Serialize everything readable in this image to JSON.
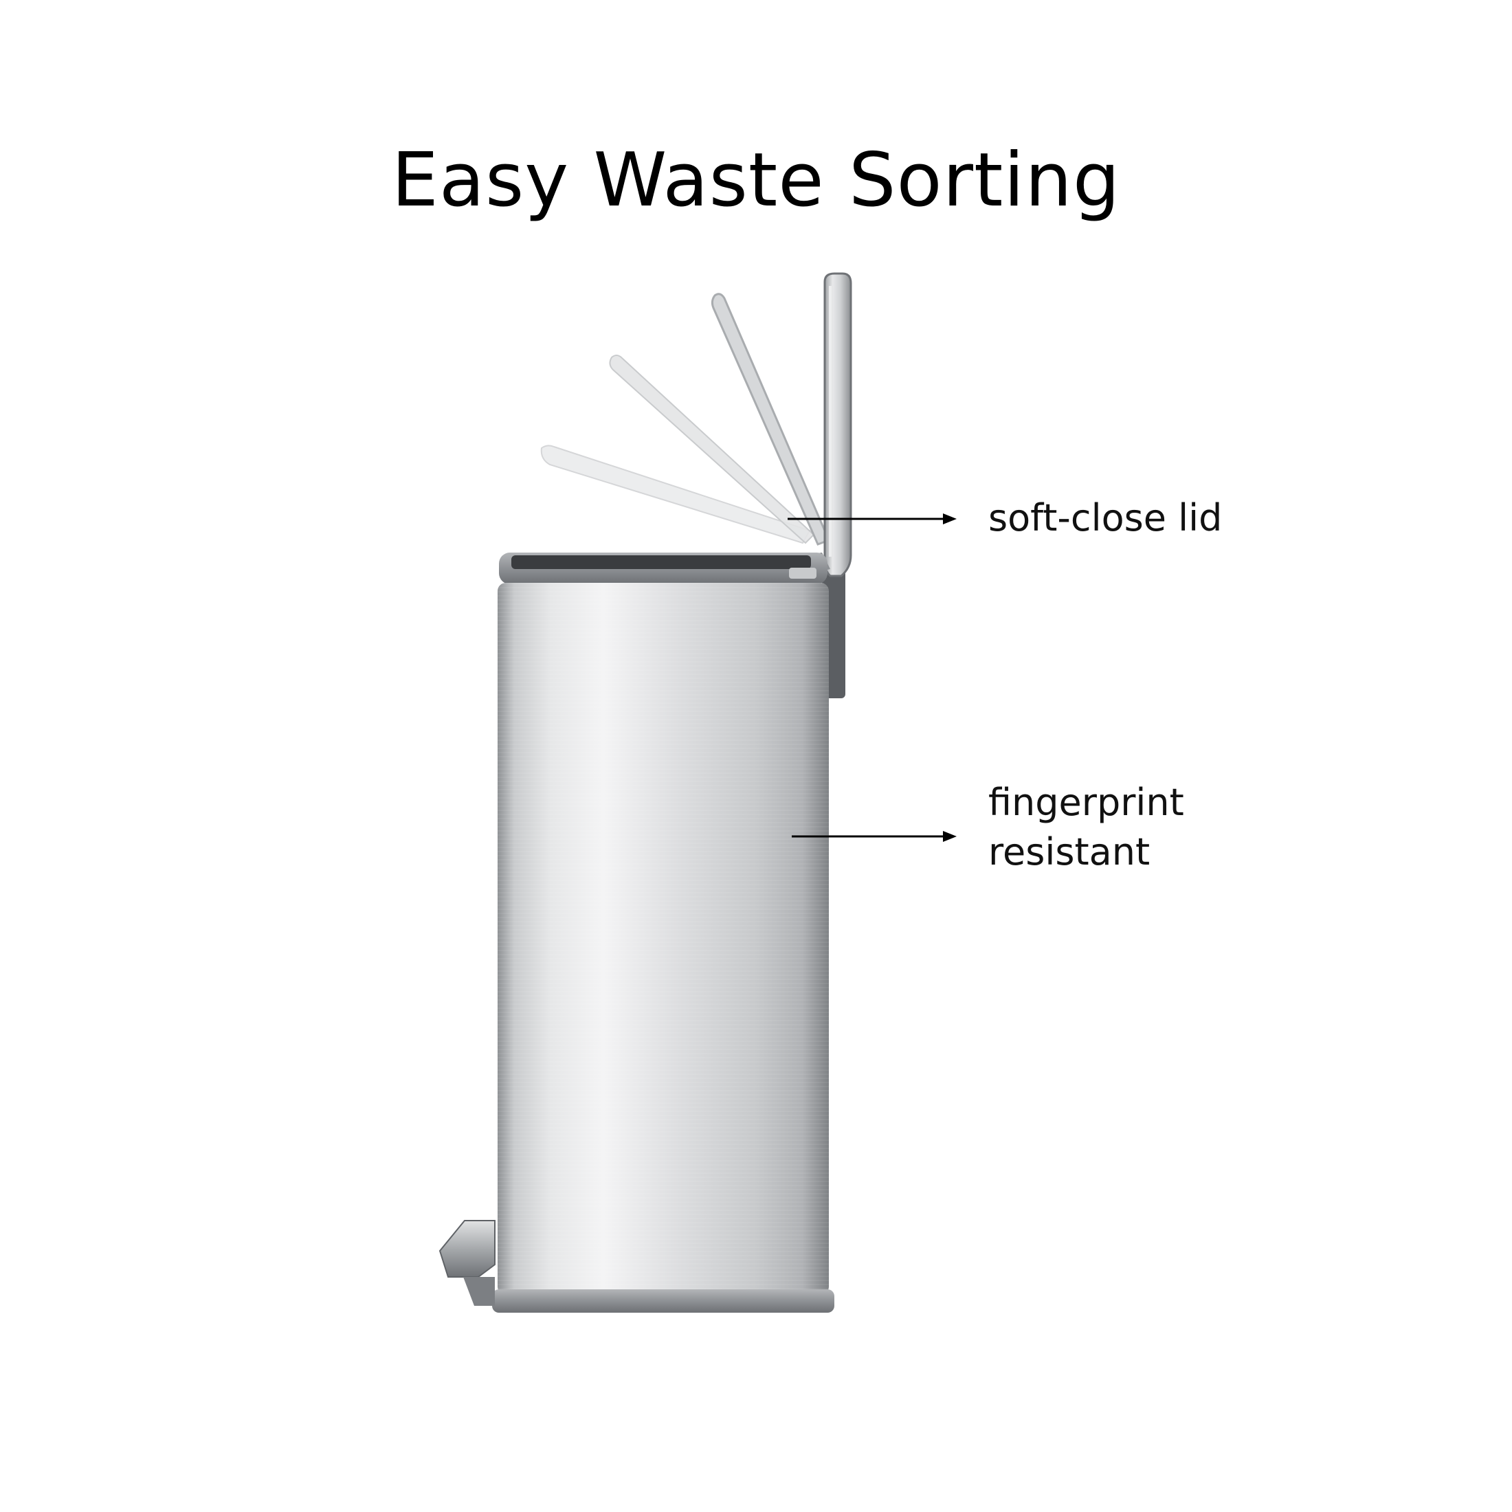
{
  "title": "Easy Waste Sorting",
  "callouts": {
    "lid": "soft-close lid",
    "fingerprint_line1": "fingerprint",
    "fingerprint_line2": "resistant"
  }
}
